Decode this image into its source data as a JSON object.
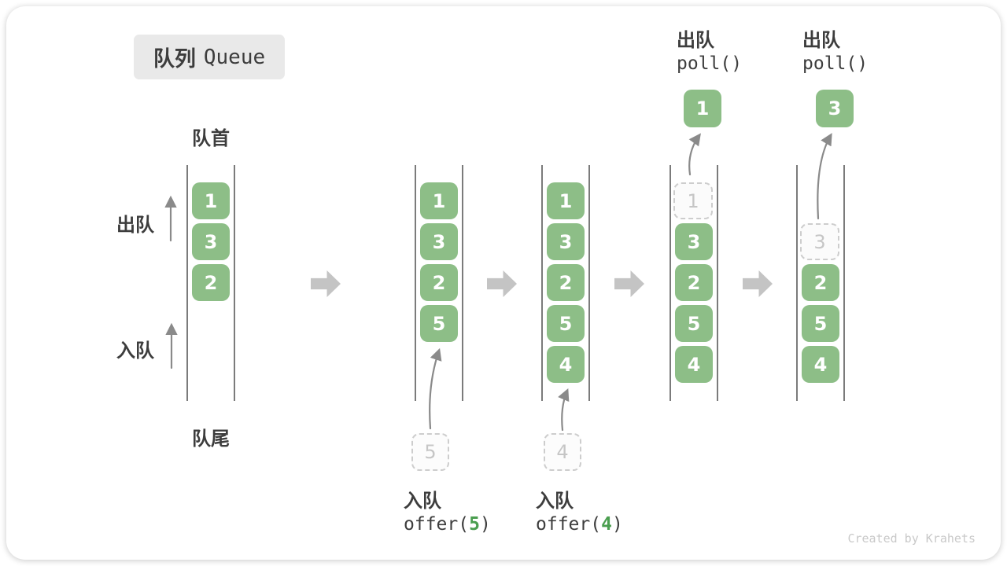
{
  "title": {
    "zh": "队列",
    "en": "Queue"
  },
  "side_labels": {
    "front": "队首",
    "rear": "队尾",
    "dequeue": "出队",
    "enqueue": "入队"
  },
  "watermark": "Created by Krahets",
  "colors": {
    "cell_green": "#8dbe87",
    "code_green": "#4a9e4f",
    "thin_arrow": "#8a8a8a",
    "block_arrow": "#c4c4c4"
  },
  "stages": [
    {
      "cells": [
        {
          "value": "1",
          "slot": 0
        },
        {
          "value": "3",
          "slot": 1
        },
        {
          "value": "2",
          "slot": 2
        }
      ]
    },
    {
      "cells": [
        {
          "value": "1",
          "slot": 0
        },
        {
          "value": "3",
          "slot": 1
        },
        {
          "value": "2",
          "slot": 2
        },
        {
          "value": "5",
          "slot": 3
        }
      ],
      "pending": {
        "value": "5"
      },
      "action": {
        "zh": "入队",
        "code_pre": "offer(",
        "code_arg": "5",
        "code_post": ")"
      }
    },
    {
      "cells": [
        {
          "value": "1",
          "slot": 0
        },
        {
          "value": "3",
          "slot": 1
        },
        {
          "value": "2",
          "slot": 2
        },
        {
          "value": "5",
          "slot": 3
        },
        {
          "value": "4",
          "slot": 4
        }
      ],
      "pending": {
        "value": "4"
      },
      "action": {
        "zh": "入队",
        "code_pre": "offer(",
        "code_arg": "4",
        "code_post": ")"
      }
    },
    {
      "cells": [
        {
          "value": "1",
          "slot": 0,
          "ghost": true
        },
        {
          "value": "3",
          "slot": 1
        },
        {
          "value": "2",
          "slot": 2
        },
        {
          "value": "5",
          "slot": 3
        },
        {
          "value": "4",
          "slot": 4
        }
      ],
      "popped": {
        "value": "1"
      },
      "action": {
        "zh": "出队",
        "code_pre": "poll()",
        "code_arg": "",
        "code_post": ""
      }
    },
    {
      "cells": [
        {
          "value": "3",
          "slot": 1,
          "ghost": true
        },
        {
          "value": "2",
          "slot": 2
        },
        {
          "value": "5",
          "slot": 3
        },
        {
          "value": "4",
          "slot": 4
        }
      ],
      "popped": {
        "value": "3"
      },
      "action": {
        "zh": "出队",
        "code_pre": "poll()",
        "code_arg": "",
        "code_post": ""
      }
    }
  ]
}
